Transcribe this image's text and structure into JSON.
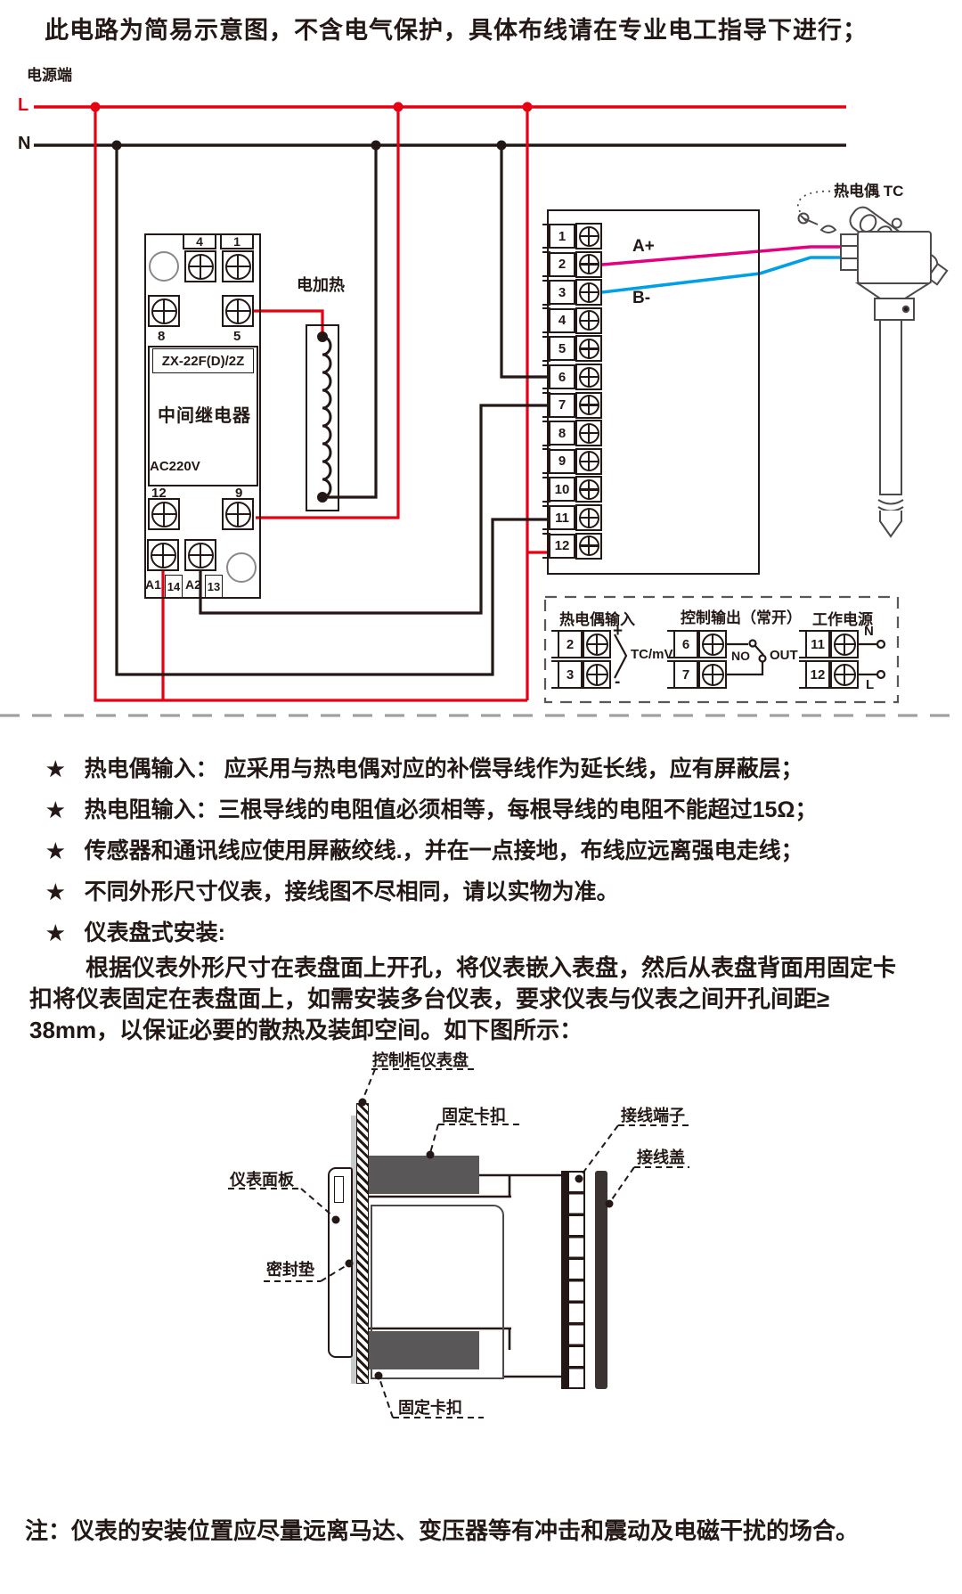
{
  "title": "此电路为简易示意图，不含电气保护，具体布线请在专业电工指导下进行；",
  "power": {
    "label": "电源端",
    "live": "L",
    "neutral": "N"
  },
  "relay": {
    "model": "ZX-22F(D)/2Z",
    "name": "中间继电器",
    "voltage": "AC220V",
    "terminal_top_left": "4",
    "terminal_top_right": "1",
    "terminal_mid_left": "8",
    "terminal_mid_right": "5",
    "terminal_low_left": "12",
    "terminal_low_right": "9",
    "coil_a1": "A1",
    "coil_14": "14",
    "coil_a2": "A2",
    "coil_13": "13"
  },
  "heater_label": "电加热",
  "controller": {
    "terminals": [
      "1",
      "2",
      "3",
      "4",
      "5",
      "6",
      "7",
      "8",
      "9",
      "10",
      "11",
      "12"
    ],
    "a_plus": "A+",
    "b_minus": "B-"
  },
  "thermocouple_label": "热电偶 TC",
  "legend": {
    "tc_input": {
      "title": "热电偶输入",
      "t_top": "2",
      "t_bot": "3",
      "plus": "+",
      "minus": "-",
      "signal": "TC/mV"
    },
    "ctrl_out": {
      "title": "控制输出（常开）",
      "t_top": "6",
      "t_bot": "7",
      "no": "NO",
      "out": "OUT"
    },
    "work_power": {
      "title": "工作电源",
      "t_top": "11",
      "t_bot": "12",
      "n": "N",
      "l": "L"
    }
  },
  "bullets": {
    "star": "★",
    "items": [
      "热电偶输入： 应采用与热电偶对应的补偿导线作为延长线，应有屏蔽层；",
      "热电阻输入：三根导线的电阻值必须相等，每根导线的电阻不能超过15Ω；",
      "传感器和通讯线应使用屏蔽绞线.，并在一点接地，布线应远离强电走线；",
      "不同外形尺寸仪表，接线图不尽相同，请以实物为准。",
      "仪表盘式安装:"
    ]
  },
  "install": {
    "para_line1": "根据仪表外形尺寸在表盘面上开孔，将仪表嵌入表盘，然后从表盘背面用固定卡",
    "para_line2": "扣将仪表固定在表盘面上，如需安装多台仪表，要求仪表与仪表之间开孔间距≥",
    "para_line3": "38mm，以保证必要的散热及装卸空间。如下图所示：",
    "labels": {
      "panel": "控制柜仪表盘",
      "clip_top": "固定卡扣",
      "terminals": "接线端子",
      "cover": "接线盖",
      "front_panel": "仪表面板",
      "gasket": "密封垫",
      "clip_bottom": "固定卡扣"
    }
  },
  "footer_note": "注：仪表的安装位置应尽量远离马达、变压器等有冲击和震动及电磁干扰的场合。",
  "colors": {
    "wire_red": "#e60012",
    "wire_black": "#231815",
    "wire_magenta": "#e4007f",
    "wire_blue": "#00a0e9",
    "clip_gray": "#595757",
    "divider_gray": "#9fa0a0"
  }
}
